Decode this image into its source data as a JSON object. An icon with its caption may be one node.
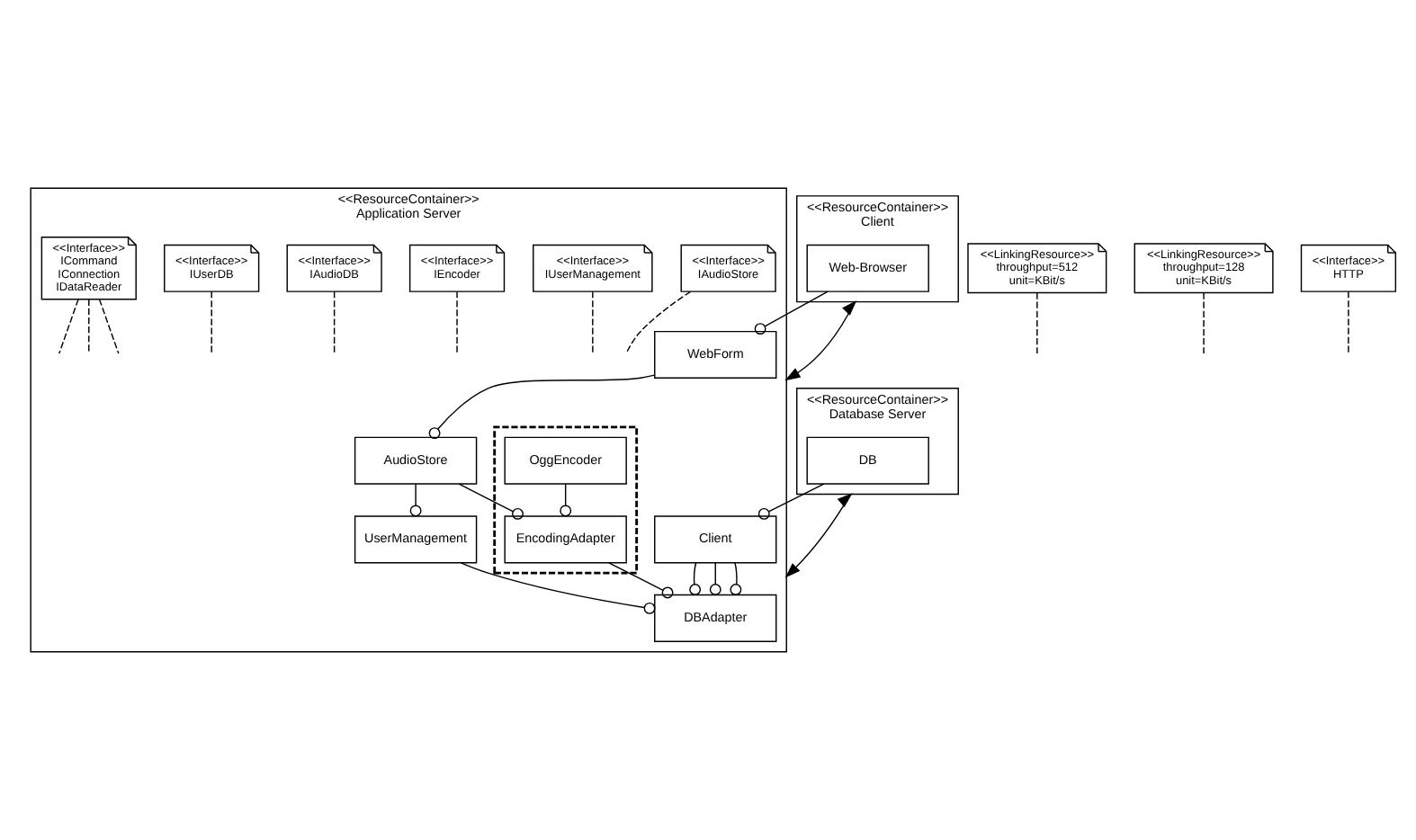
{
  "diagram": {
    "nodes": [
      {
        "text": [
          "<<ResourceContainer>>",
          "Client"
        ]
      },
      {
        "text": [
          "Web-Browser"
        ],
        "in": 0
      },
      {
        "text": [
          "<<ResourceContainer>>",
          "Database Server"
        ]
      },
      {
        "text": [
          "DB"
        ],
        "in": 2
      },
      {
        "text": [
          "<<LinkingResource>>",
          "throughput=512",
          "unit=KBit/s"
        ]
      },
      {
        "text": [
          "<<LinkingResource>>",
          "throughput=128",
          "unit=KBit/s"
        ]
      },
      {
        "text": [
          "<<ResourceContainer>>",
          "Application Server"
        ]
      },
      {
        "text": [
          "<<Interface>>",
          "HTTP"
        ]
      },
      {
        "text": [
          "WebForm"
        ],
        "in": 6
      },
      {
        "text": [
          "AudioStore"
        ],
        "in": 6
      },
      {
        "text": [
          "UserManagement"
        ],
        "in": 6
      },
      {
        "text": [
          "Client"
        ],
        "in": 6
      },
      {
        "text": [
          "<<Interface>>",
          "IAudioStore"
        ],
        "in": 6
      },
      {
        "text": [
          "<<Interface>>",
          "IUserManagement"
        ],
        "in": 6
      },
      {
        "text": [
          "<<Interface>>",
          "IEncoder"
        ],
        "in": 6
      },
      {
        "text": [
          "<<Interface>>",
          "IAudioDB"
        ],
        "in": 6
      },
      {
        "text": [
          "<<Interface>>",
          "IUserDB"
        ],
        "in": 6
      },
      {
        "text": [],
        "shape": "box",
        "in": 6
      },
      {
        "text": [
          "OggEncoder"
        ],
        "in": 17
      },
      {
        "text": [
          "EncodingAdapter"
        ],
        "in": 17
      },
      {
        "text": [
          "DBAdapter"
        ],
        "in": 6
      },
      {
        "text": [
          "<<Interface>>",
          "ICommand",
          "IConnection",
          "IDataReader"
        ],
        "in": 6
      }
    ],
    "edges": [
      {
        "from": 0,
        "to": 6,
        "arrow": "both"
      },
      {
        "from": 2,
        "to": 6,
        "arrow": "both"
      },
      {
        "from": 4,
        "to": null,
        "arrow": "none",
        "style": "dashed"
      },
      {
        "from": 5,
        "to": null,
        "arrow": "none",
        "style": "dashed"
      },
      {
        "from": 1,
        "to": 8,
        "arrow": "other"
      },
      {
        "from": 8,
        "to": 9,
        "arrow": "other"
      },
      {
        "from": 9,
        "to": 10,
        "arrow": "other"
      },
      {
        "from": 9,
        "to": 19,
        "arrow": "other"
      },
      {
        "from": 10,
        "to": 20,
        "arrow": "other"
      },
      {
        "from": 18,
        "to": 19,
        "arrow": "other"
      },
      {
        "from": 19,
        "to": 20,
        "arrow": "other"
      },
      {
        "from": 3,
        "to": 11,
        "arrow": "other"
      },
      {
        "from": 11,
        "to": 20,
        "arrow": "other"
      },
      {
        "from": 11,
        "to": 20,
        "arrow": "other"
      },
      {
        "from": 11,
        "to": 20,
        "arrow": "other"
      },
      {
        "from": 7,
        "to": null,
        "arrow": "none",
        "style": "dashed"
      },
      {
        "from": 12,
        "to": null,
        "arrow": "none",
        "style": "dashed"
      },
      {
        "from": 13,
        "to": null,
        "arrow": "none",
        "style": "dashed"
      },
      {
        "from": 14,
        "to": null,
        "arrow": "none",
        "style": "dashed"
      },
      {
        "from": 15,
        "to": null,
        "arrow": "none",
        "style": "dashed"
      },
      {
        "from": 16,
        "to": null,
        "arrow": "none",
        "style": "dashed"
      },
      {
        "from": 21,
        "to": null,
        "arrow": "none",
        "style": "dashed"
      },
      {
        "from": 21,
        "to": null,
        "arrow": "none",
        "style": "dashed"
      },
      {
        "from": 21,
        "to": null,
        "arrow": "none",
        "style": "dashed"
      }
    ]
  }
}
